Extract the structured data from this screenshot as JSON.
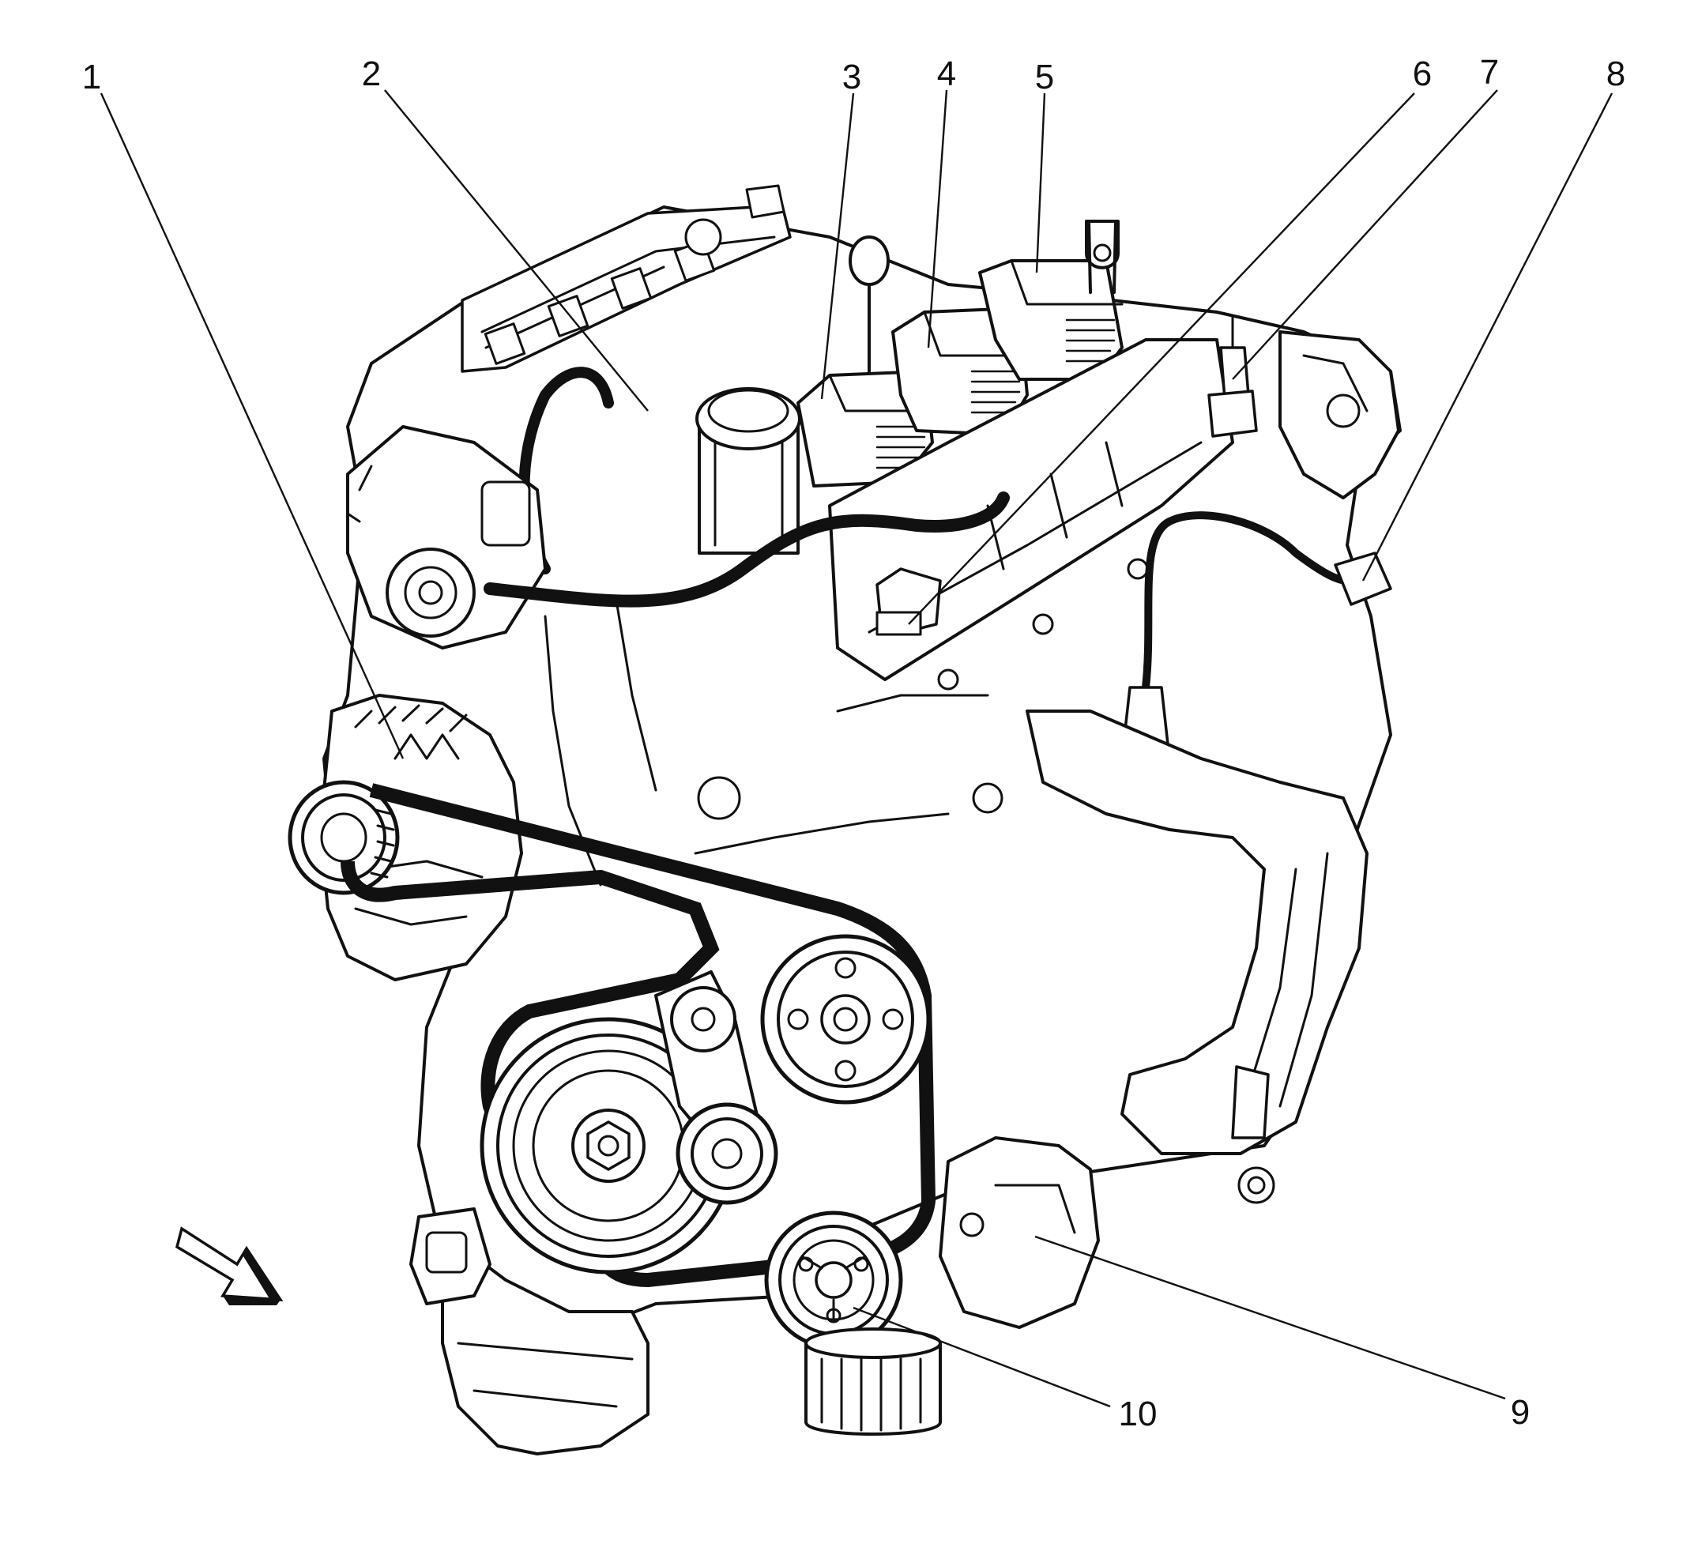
{
  "callouts": [
    {
      "id": "1",
      "label": "1"
    },
    {
      "id": "2",
      "label": "2"
    },
    {
      "id": "3",
      "label": "3"
    },
    {
      "id": "4",
      "label": "4"
    },
    {
      "id": "5",
      "label": "5"
    },
    {
      "id": "6",
      "label": "6"
    },
    {
      "id": "7",
      "label": "7"
    },
    {
      "id": "8",
      "label": "8"
    },
    {
      "id": "9",
      "label": "9"
    },
    {
      "id": "10",
      "label": "10"
    }
  ],
  "colors": {
    "ink": "#111111",
    "background": "#ffffff"
  },
  "icons": {
    "view_direction": "view-direction-arrow-icon"
  }
}
